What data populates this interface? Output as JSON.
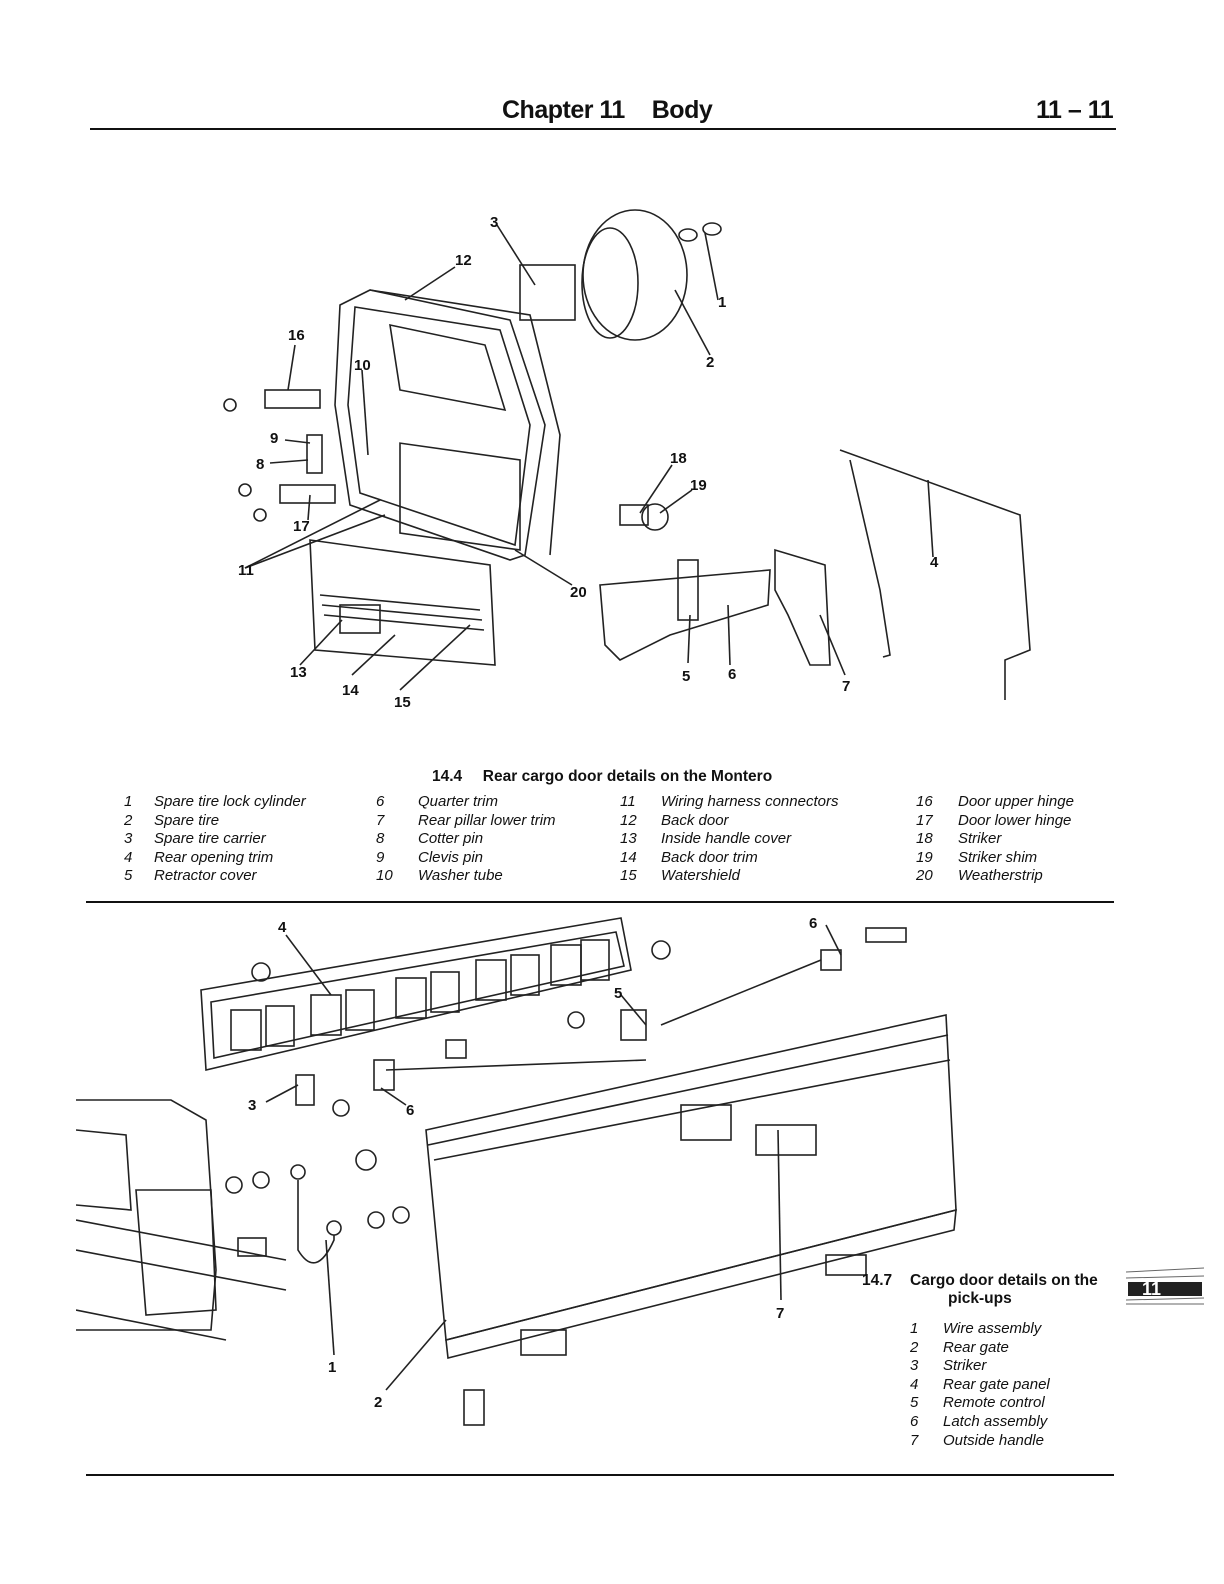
{
  "header": {
    "chapter": "Chapter 11",
    "section": "Body",
    "page": "11 – 11"
  },
  "figure1": {
    "number": "14.4",
    "title": "Rear cargo door details on the Montero",
    "legend_columns": [
      [
        {
          "n": "1",
          "label": "Spare tire lock cylinder"
        },
        {
          "n": "2",
          "label": "Spare tire"
        },
        {
          "n": "3",
          "label": "Spare tire carrier"
        },
        {
          "n": "4",
          "label": "Rear opening trim"
        },
        {
          "n": "5",
          "label": "Retractor cover"
        }
      ],
      [
        {
          "n": "6",
          "label": "Quarter trim"
        },
        {
          "n": "7",
          "label": "Rear pillar lower trim"
        },
        {
          "n": "8",
          "label": "Cotter pin"
        },
        {
          "n": "9",
          "label": "Clevis pin"
        },
        {
          "n": "10",
          "label": "Washer tube"
        }
      ],
      [
        {
          "n": "11",
          "label": "Wiring harness connectors"
        },
        {
          "n": "12",
          "label": "Back door"
        },
        {
          "n": "13",
          "label": "Inside handle cover"
        },
        {
          "n": "14",
          "label": "Back door trim"
        },
        {
          "n": "15",
          "label": "Watershield"
        }
      ],
      [
        {
          "n": "16",
          "label": "Door upper hinge"
        },
        {
          "n": "17",
          "label": "Door lower hinge"
        },
        {
          "n": "18",
          "label": "Striker"
        },
        {
          "n": "19",
          "label": "Striker shim"
        },
        {
          "n": "20",
          "label": "Weatherstrip"
        }
      ]
    ],
    "callouts": [
      "1",
      "2",
      "3",
      "4",
      "5",
      "6",
      "7",
      "8",
      "9",
      "10",
      "11",
      "12",
      "13",
      "14",
      "15",
      "16",
      "17",
      "18",
      "19",
      "20"
    ]
  },
  "figure2": {
    "number": "14.7",
    "title_line1": "Cargo door details on the",
    "title_line2": "pick-ups",
    "legend": [
      {
        "n": "1",
        "label": "Wire assembly"
      },
      {
        "n": "2",
        "label": "Rear gate"
      },
      {
        "n": "3",
        "label": "Striker"
      },
      {
        "n": "4",
        "label": "Rear gate panel"
      },
      {
        "n": "5",
        "label": "Remote control"
      },
      {
        "n": "6",
        "label": "Latch assembly"
      },
      {
        "n": "7",
        "label": "Outside handle"
      }
    ],
    "callouts": [
      "1",
      "2",
      "3",
      "4",
      "5",
      "6",
      "6",
      "7"
    ]
  },
  "thumb_tab": "11"
}
